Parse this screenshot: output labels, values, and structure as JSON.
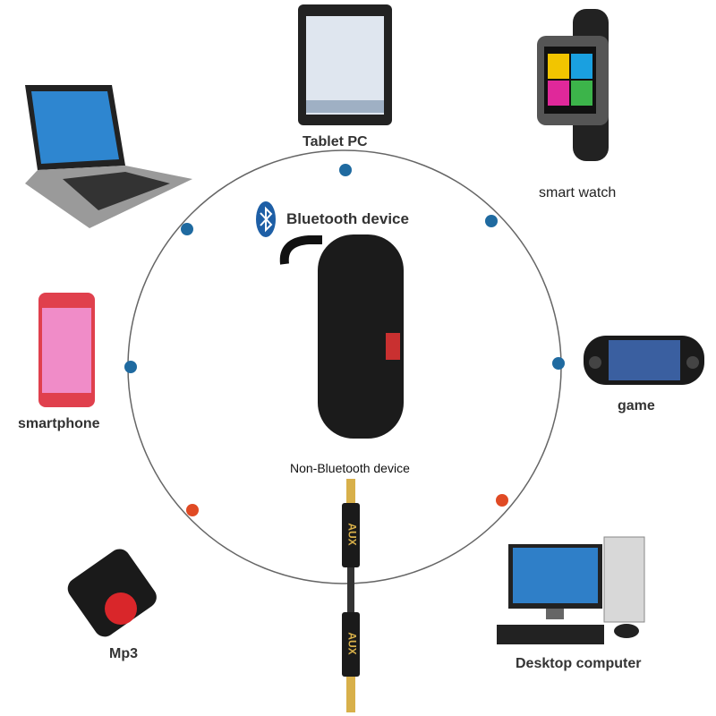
{
  "labels": {
    "tablet": "Tablet PC",
    "smartwatch": "smart watch",
    "smartphone": "smartphone",
    "game": "game",
    "mp3": "Mp3",
    "desktop": "Desktop computer",
    "bluetooth": "Bluetooth device",
    "non_bluetooth": "Non-Bluetooth device",
    "aux_top": "AUX",
    "aux_bottom": "AUX"
  },
  "colors": {
    "circle": "#555555",
    "dot_blue": "#1f6aa0",
    "dot_red": "#e04a24",
    "bt_blue": "#1e5fa6"
  }
}
